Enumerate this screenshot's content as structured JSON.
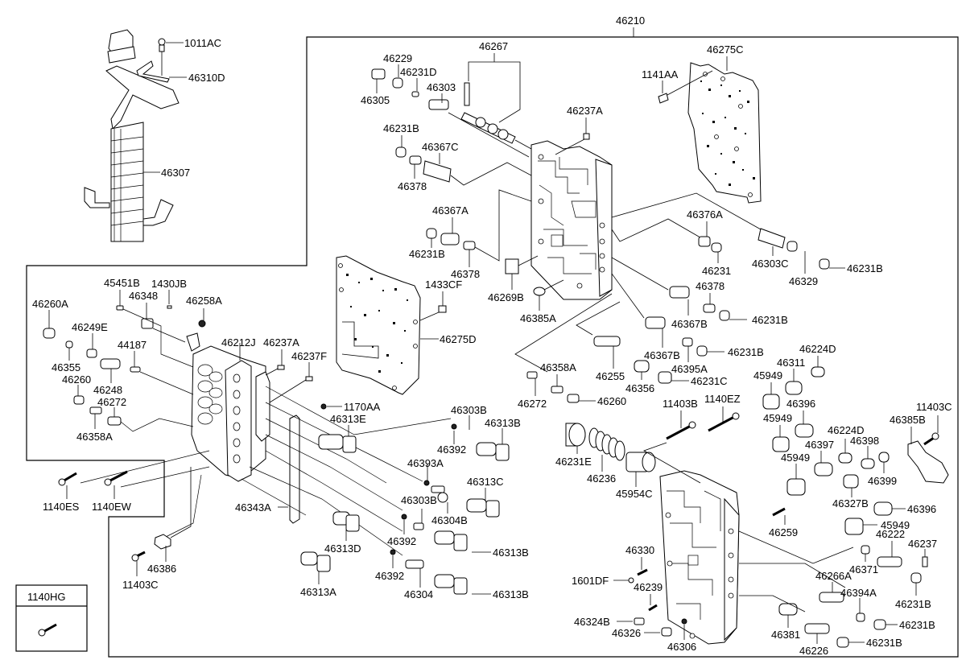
{
  "title": "46210",
  "assembly_number": "46210",
  "labels": {
    "l1011AC": "1011AC",
    "l46310D": "46310D",
    "l46307": "46307",
    "l46210": "46210",
    "l46229": "46229",
    "l46231D": "46231D",
    "l46303": "46303",
    "l46305": "46305",
    "l46267": "46267",
    "l46237A_top": "46237A",
    "l46275C": "46275C",
    "l1141AA": "1141AA",
    "l46231B_a": "46231B",
    "l46367C": "46367C",
    "l46378_a": "46378",
    "l46367A": "46367A",
    "l46231B_b": "46231B",
    "l46378_b": "46378",
    "l46269B": "46269B",
    "l46385A": "46385A",
    "l1433CF": "1433CF",
    "l46275D": "46275D",
    "l46376A": "46376A",
    "l46231": "46231",
    "l46303C": "46303C",
    "l46329": "46329",
    "l46231B_c": "46231B",
    "l46378_c": "46378",
    "l46367B_a": "46367B",
    "l46231B_d": "46231B",
    "l46367B_b": "46367B",
    "l46395A": "46395A",
    "l46231B_e": "46231B",
    "l46255": "46255",
    "l46356": "46356",
    "l46231C": "46231C",
    "l46358A_mid": "46358A",
    "l46272_mid": "46272",
    "l46260_mid": "46260",
    "l46224D_a": "46224D",
    "l46311": "46311",
    "l45949_a": "45949",
    "l11403B": "11403B",
    "l1140EZ": "1140EZ",
    "l46396_a": "46396",
    "l45949_b": "45949",
    "l46224D_b": "46224D",
    "l46398": "46398",
    "l46397": "46397",
    "l11403C_right": "11403C",
    "l46385B": "46385B",
    "l46399": "46399",
    "l45949_c": "45949",
    "l46327B": "46327B",
    "l46396_b": "46396",
    "l45949_d": "45949",
    "l46222": "46222",
    "l46237": "46237",
    "l46231E": "46231E",
    "l46236": "46236",
    "l45954C": "45954C",
    "l46259": "46259",
    "l46371": "46371",
    "l46266A": "46266A",
    "l46394A": "46394A",
    "l46231B_f": "46231B",
    "l46231B_g": "46231B",
    "l46231B_h": "46231B",
    "l46330": "46330",
    "l1601DF": "1601DF",
    "l46239": "46239",
    "l46324B": "46324B",
    "l46326": "46326",
    "l46306": "46306",
    "l46381": "46381",
    "l46226": "46226",
    "l45451B": "45451B",
    "l1430JB": "1430JB",
    "l46348": "46348",
    "l46258A": "46258A",
    "l46260A": "46260A",
    "l46249E": "46249E",
    "l46355": "46355",
    "l44187": "44187",
    "l46212J": "46212J",
    "l46237A_left": "46237A",
    "l46237F": "46237F",
    "l46260_left": "46260",
    "l46248": "46248",
    "l46272_left": "46272",
    "l46358A_left": "46358A",
    "l1170AA": "1170AA",
    "l46313E": "46313E",
    "l46303B_a": "46303B",
    "l46313B_a": "46313B",
    "l46392_a": "46392",
    "l46393A": "46393A",
    "l46313C": "46313C",
    "l46303B_b": "46303B",
    "l46304B": "46304B",
    "l46313B_b": "46313B",
    "l46392_b": "46392",
    "l46313D": "46313D",
    "l46343A": "46343A",
    "l46392_c": "46392",
    "l46304": "46304",
    "l46313B_c": "46313B",
    "l46313A": "46313A",
    "l1140ES": "1140ES",
    "l1140EW": "1140EW",
    "l46386": "46386",
    "l11403C_left": "11403C",
    "l1140HG": "1140HG"
  },
  "legend_box": {
    "part_number": "1140HG",
    "icon": "bolt-icon"
  }
}
